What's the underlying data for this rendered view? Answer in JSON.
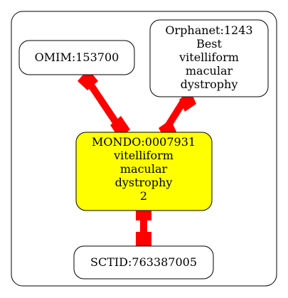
{
  "diagram": {
    "nodes": [
      {
        "id": "omim",
        "lines": [
          "OMIM:153700"
        ],
        "fill": "#ffffff"
      },
      {
        "id": "orphanet",
        "lines": [
          "Orphanet:1243",
          "Best",
          "vitelliform",
          "macular",
          "dystrophy"
        ],
        "fill": "#ffffff"
      },
      {
        "id": "mondo",
        "lines": [
          "MONDO:0007931",
          "vitelliform",
          "macular",
          "dystrophy",
          "2"
        ],
        "fill": "#ffff00"
      },
      {
        "id": "sctid",
        "lines": [
          "SCTID:763387005"
        ],
        "fill": "#ffffff"
      }
    ],
    "edges": [
      {
        "from": "omim",
        "to": "mondo"
      },
      {
        "from": "orphanet",
        "to": "mondo"
      },
      {
        "from": "mondo",
        "to": "sctid"
      }
    ],
    "colors": {
      "edge": "#ff0000",
      "node_stroke": "#000000",
      "cluster_stroke": "#000000",
      "highlight": "#ffff00"
    }
  }
}
